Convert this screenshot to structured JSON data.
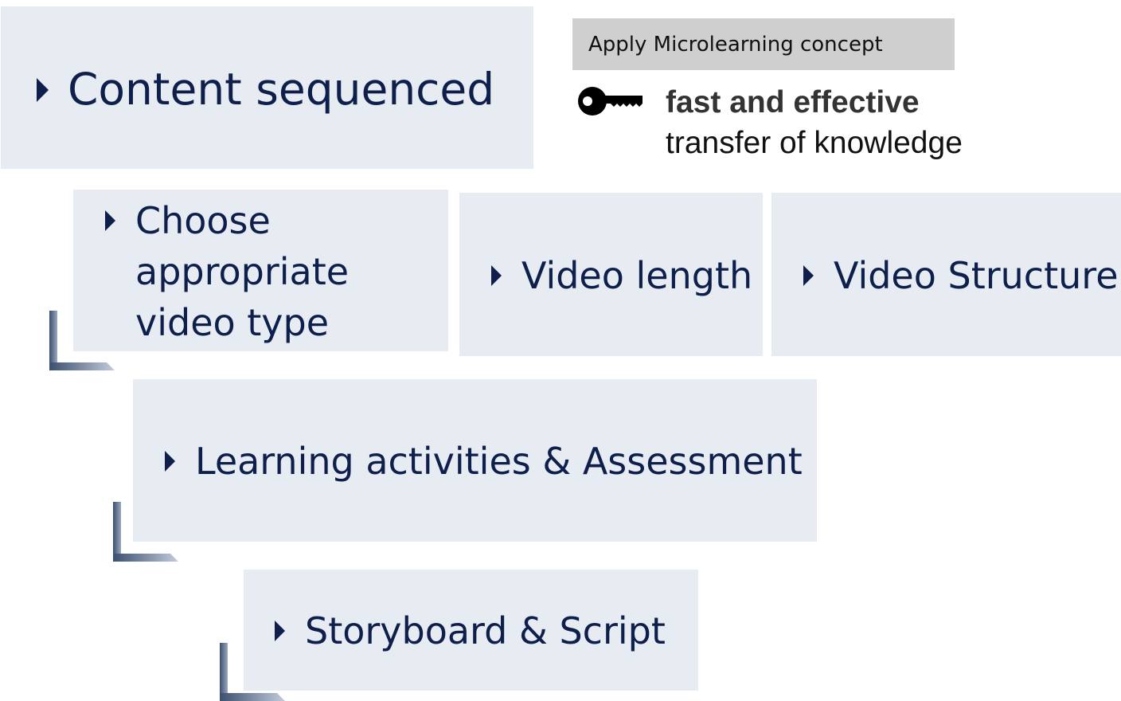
{
  "steps": [
    {
      "label": "Content sequenced"
    },
    {
      "label": "Choose appropriate video type"
    },
    {
      "label": "Video length"
    },
    {
      "label": "Video Structure"
    },
    {
      "label": "Learning activities & Assessment"
    },
    {
      "label": "Storyboard & Script"
    }
  ],
  "callout": {
    "tag": "Apply Microlearning concept",
    "bold": "fast and effective",
    "rest": " transfer of knowledge",
    "icon": "key-icon"
  },
  "colors": {
    "box_fill": "#e7ebf2",
    "text": "#0e1f4c",
    "tag_fill": "#cfcfcf"
  }
}
